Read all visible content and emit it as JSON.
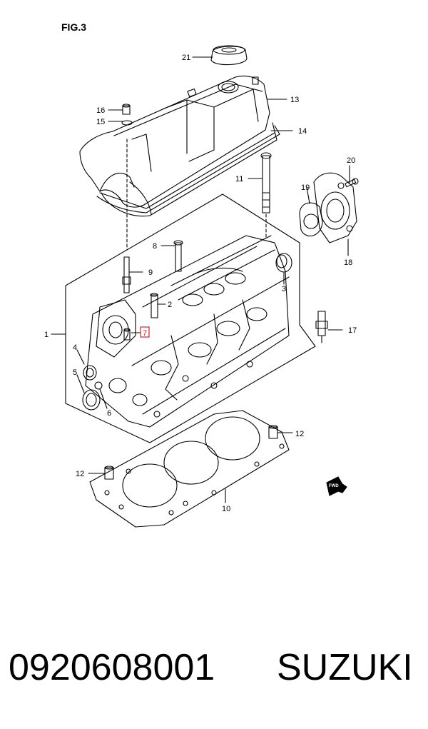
{
  "figure": {
    "title": "FIG.3",
    "callouts": [
      {
        "id": "c21",
        "label": "21"
      },
      {
        "id": "c13",
        "label": "13"
      },
      {
        "id": "c14",
        "label": "14"
      },
      {
        "id": "c16",
        "label": "16"
      },
      {
        "id": "c15",
        "label": "15"
      },
      {
        "id": "c11",
        "label": "11"
      },
      {
        "id": "c20",
        "label": "20"
      },
      {
        "id": "c19",
        "label": "19"
      },
      {
        "id": "c18",
        "label": "18"
      },
      {
        "id": "c8",
        "label": "8"
      },
      {
        "id": "c9",
        "label": "9"
      },
      {
        "id": "c3",
        "label": "3"
      },
      {
        "id": "c2",
        "label": "2"
      },
      {
        "id": "c7",
        "label": "7",
        "highlight": true
      },
      {
        "id": "c1",
        "label": "1"
      },
      {
        "id": "c17",
        "label": "17"
      },
      {
        "id": "c4",
        "label": "4"
      },
      {
        "id": "c5",
        "label": "5"
      },
      {
        "id": "c6",
        "label": "6"
      },
      {
        "id": "c12a",
        "label": "12"
      },
      {
        "id": "c12b",
        "label": "12"
      },
      {
        "id": "c10",
        "label": "10"
      }
    ],
    "fwd_label": "FWD",
    "highlight_color": "#d8232a"
  },
  "footer": {
    "part_number": "0920608001",
    "brand": "SUZUKI"
  }
}
